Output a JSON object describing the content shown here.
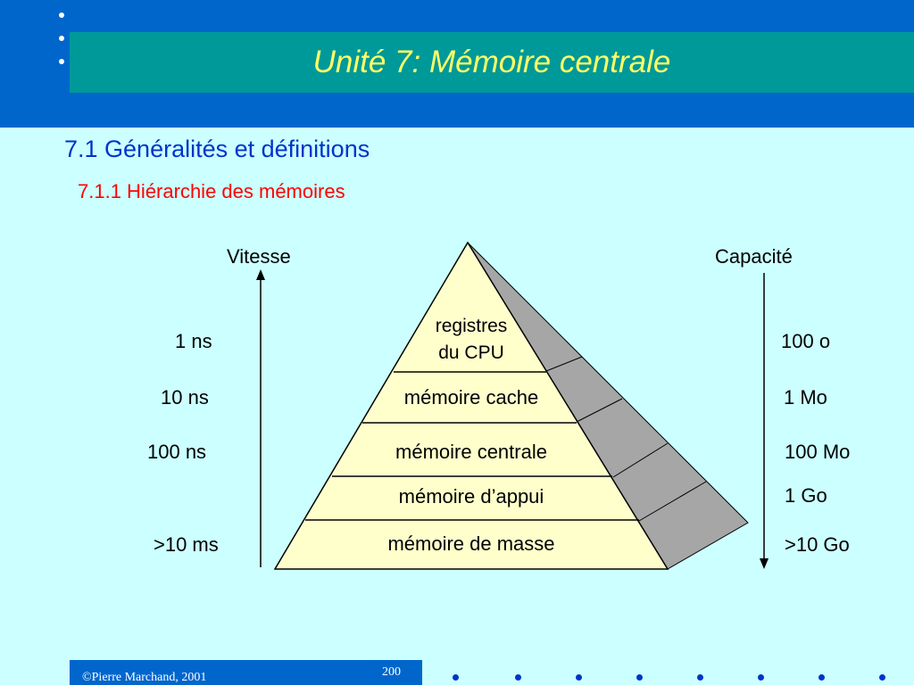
{
  "slide": {
    "title": "Unité 7:  Mémoire centrale",
    "heading": "7.1 Généralités et définitions",
    "subheading": "7.1.1 Hiérarchie des mémoires"
  },
  "diagram": {
    "left_axis_label": "Vitesse",
    "right_axis_label": "Capacité",
    "levels": [
      {
        "name_line1": "registres",
        "name_line2": "du CPU",
        "speed": "1 ns",
        "capacity": "100 o"
      },
      {
        "name": "mémoire cache",
        "speed": "10 ns",
        "capacity": "1 Mo"
      },
      {
        "name": "mémoire centrale",
        "speed": "100 ns",
        "capacity": "100 Mo"
      },
      {
        "name": "mémoire d’appui",
        "speed": "",
        "capacity": "1 Go"
      },
      {
        "name": "mémoire de masse",
        "speed": ">10 ms",
        "capacity": ">10 Go"
      }
    ],
    "colors": {
      "front": "#ffffcc",
      "side": "#a6a6a6"
    }
  },
  "footer": {
    "copyright": "©Pierre Marchand, 2001",
    "page_number": "200"
  }
}
